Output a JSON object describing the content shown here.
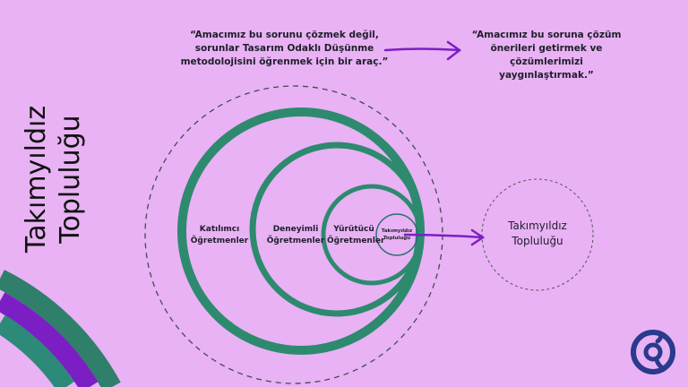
{
  "title": {
    "line1": "Takımyıldız",
    "line2": "Topluluğu"
  },
  "quotes": {
    "left": [
      "“Amacımız bu sorunu çözmek değil,",
      "sorunlar Tasarım Odaklı Düşünme",
      "metodolojisini öğrenmek için bir araç.”"
    ],
    "right": [
      "“Amacımız bu soruna çözüm",
      "önerileri getirmek ve",
      "çözümlerimizi yaygınlaştırmak.”"
    ]
  },
  "circles": [
    {
      "line1": "Katılımcı",
      "line2": "Öğretmenler"
    },
    {
      "line1": "Deneyimli",
      "line2": "Öğretmenler"
    },
    {
      "line1": "Yürütücü",
      "line2": "Öğretmenler"
    },
    {
      "line1": "Takımyıldız",
      "line2": "Topluluğu"
    }
  ],
  "target": {
    "line1": "Takımyıldız",
    "line2": "Topluluğu"
  },
  "colors": {
    "background": "#e8b2f4",
    "green": "#2e8a6e",
    "purple": "#7b1fc4",
    "logo": "#2a3a8c"
  },
  "logo": {
    "icon": "brand-logo-icon"
  }
}
